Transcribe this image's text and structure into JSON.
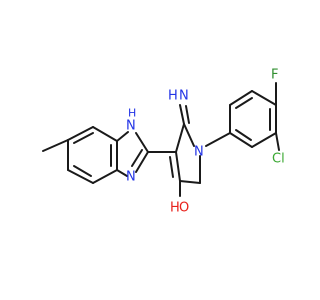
{
  "molecule": {
    "atoms": {
      "nh_benzimidazole": "N",
      "nh_benzimidazole_h": "H",
      "n_benzimidazole": "N",
      "n_imine_h": "H",
      "n_imine": "N",
      "n_ring": "N",
      "f": "F",
      "cl": "Cl",
      "o_hydroxyl": "O",
      "oh_h": "H"
    },
    "colors": {
      "bond": "#1a1a1a",
      "nitrogen": "#2233e6",
      "oxygen": "#e8201a",
      "chlorine": "#3aa832",
      "fluorine": "#2f8f2f"
    }
  }
}
